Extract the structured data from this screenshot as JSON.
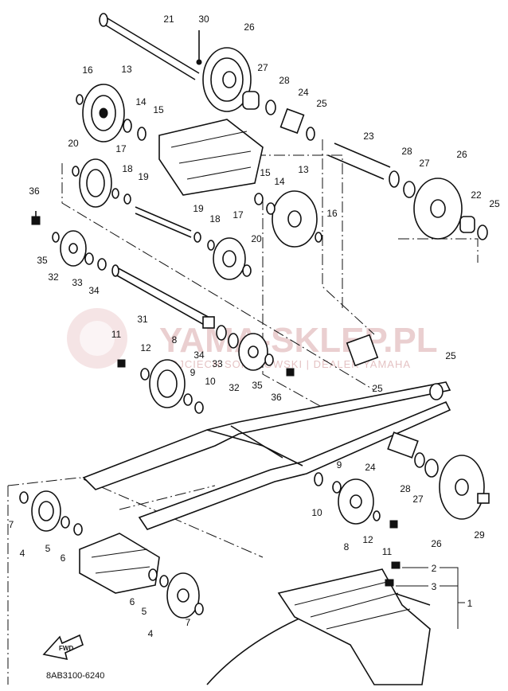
{
  "diagram": {
    "callouts": [
      "21",
      "30",
      "26",
      "16",
      "13",
      "27",
      "28",
      "24",
      "25",
      "14",
      "15",
      "20",
      "17",
      "36",
      "18",
      "19",
      "23",
      "22",
      "35",
      "32",
      "33",
      "34",
      "31",
      "11",
      "12",
      "8",
      "9",
      "10",
      "7",
      "4",
      "5",
      "6",
      "29",
      "2",
      "3",
      "1"
    ],
    "labels": {
      "l21": "21",
      "l30": "30",
      "l26a": "26",
      "l16a": "16",
      "l13a": "13",
      "l27a": "27",
      "l28a": "28",
      "l24a": "24",
      "l25a": "25",
      "l14a": "14",
      "l15a": "15",
      "l20a": "20",
      "l17a": "17",
      "l36a": "36",
      "l18a": "18",
      "l19a": "19",
      "l23": "23",
      "l28b": "28",
      "l26b": "26",
      "l27b": "27",
      "l22": "22",
      "l25b": "25",
      "l15b": "15",
      "l13b": "13",
      "l14b": "14",
      "l16b": "16",
      "l19b": "19",
      "l18b": "18",
      "l17b": "17",
      "l20b": "20",
      "l35a": "35",
      "l32a": "32",
      "l33a": "33",
      "l34a": "34",
      "l31": "31",
      "l11a": "11",
      "l12a": "12",
      "l8a": "8",
      "l34b": "34",
      "l33b": "33",
      "l32b": "32",
      "l9a": "9",
      "l10a": "10",
      "l35b": "35",
      "l36b": "36",
      "l25c": "25",
      "l25d": "25",
      "l24b": "24",
      "l9b": "9",
      "l10b": "10",
      "l28c": "28",
      "l27c": "27",
      "l8b": "8",
      "l12b": "12",
      "l11b": "11",
      "l26c": "26",
      "l29": "29",
      "l7a": "7",
      "l4a": "4",
      "l5a": "5",
      "l6a": "6",
      "l6b": "6",
      "l5b": "5",
      "l7b": "7",
      "l4b": "4",
      "l2": "2",
      "l3": "3",
      "l1": "1"
    },
    "fwd_label": "FWD",
    "catalog_code": "8AB3100-6240",
    "watermark_main": "YAMA-SKLEP.PL",
    "watermark_sub": "WOJCIECH SOKOŁOWSKI | DEALER YAMAHA"
  }
}
